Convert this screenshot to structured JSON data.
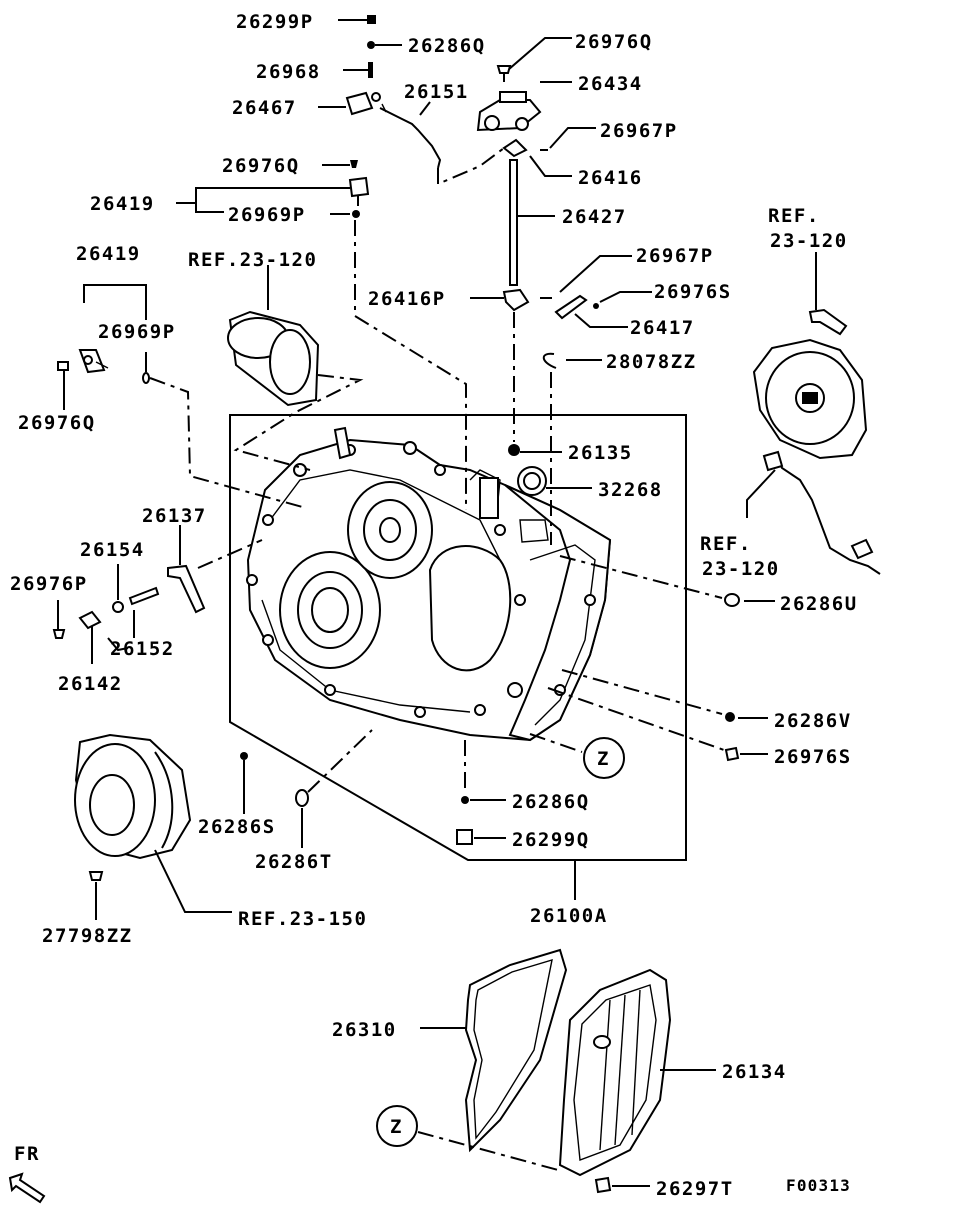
{
  "labels": {
    "p26299P": "26299P",
    "p26286Q_top": "26286Q",
    "p26968": "26968",
    "p26467": "26467",
    "p26151": "26151",
    "p26976Q_top": "26976Q",
    "p26434": "26434",
    "p26967P_top": "26967P",
    "p26416": "26416",
    "p26976Q_mid": "26976Q",
    "p26419_a": "26419",
    "p26969P_a": "26969P",
    "p26427": "26427",
    "ref_a1": "REF.",
    "ref_a2": "23-120",
    "p26419_b": "26419",
    "ref_b": "REF.23-120",
    "p26967P_mid": "26967P",
    "p26416P": "26416P",
    "p26976S_top": "26976S",
    "p26969P_b": "26969P",
    "p26417": "26417",
    "p28078ZZ": "28078ZZ",
    "p26976Q_left": "26976Q",
    "p26135": "26135",
    "p32268": "32268",
    "p26137": "26137",
    "ref_c1": "REF.",
    "ref_c2": "23-120",
    "p26154": "26154",
    "p26976P": "26976P",
    "p26286U": "26286U",
    "p26152": "26152",
    "p26142": "26142",
    "p26286V": "26286V",
    "p26976S_bot": "26976S",
    "z_a": "Z",
    "p26286S": "26286S",
    "p26286Q_bot": "26286Q",
    "p26286T": "26286T",
    "p26299Q": "26299Q",
    "p26100A": "26100A",
    "p27798ZZ": "27798ZZ",
    "ref_d": "REF.23-150",
    "p26310": "26310",
    "p26134": "26134",
    "z_b": "Z",
    "fr": "FR",
    "p26297T": "26297T",
    "code": "F00313"
  }
}
